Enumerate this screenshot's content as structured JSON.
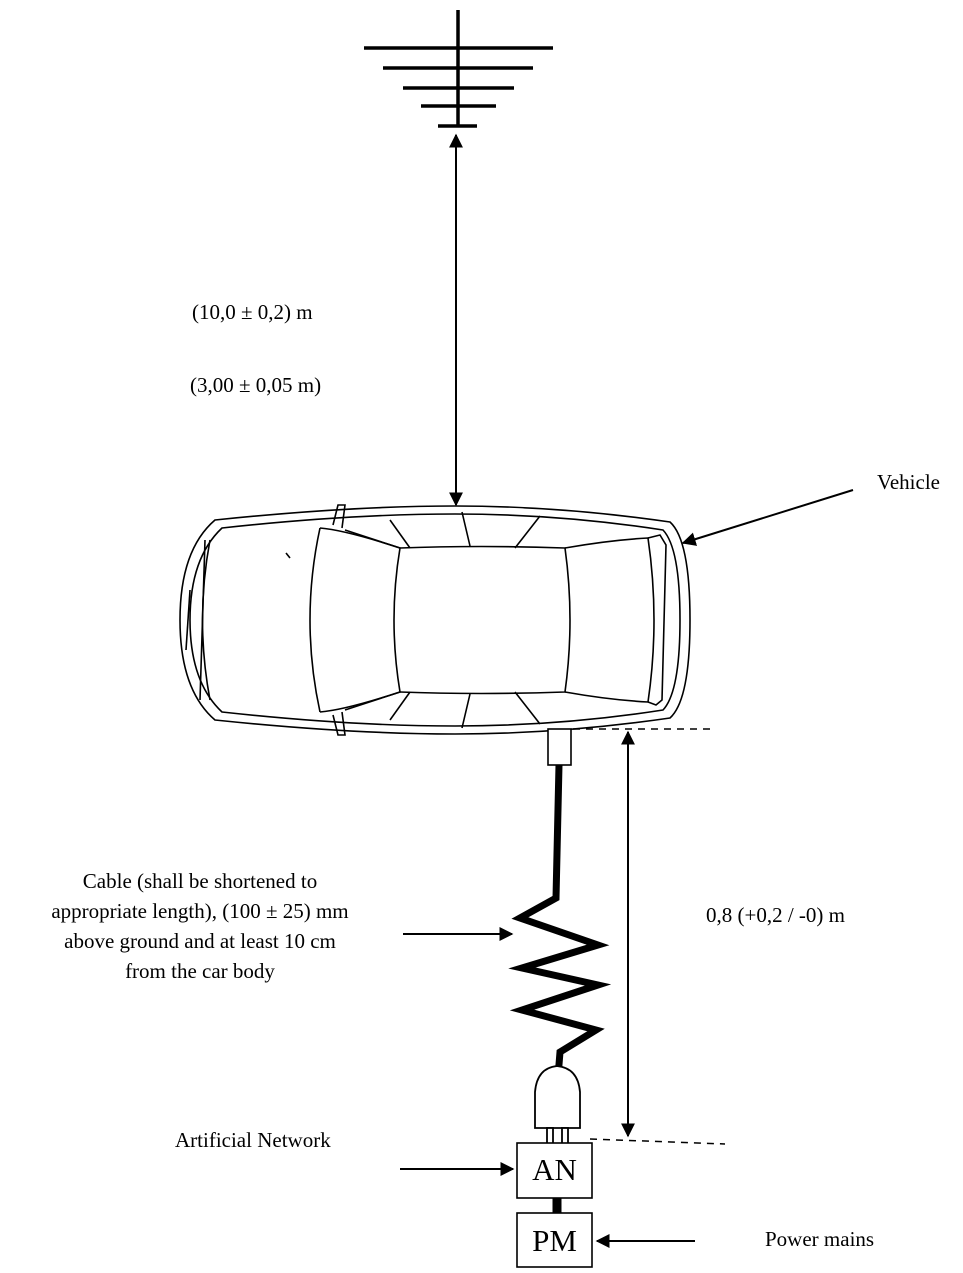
{
  "dimensions": {
    "distance_antenna": "(10,0 ± 0,2) m",
    "distance_antenna_alt": "(3,00  ± 0,05 m)",
    "height": "0,8 (+0,2 / -0) m"
  },
  "labels": {
    "vehicle": "Vehicle",
    "cable": [
      "Cable (shall be shortened to",
      "appropriate length), (100 ± 25) mm",
      "above ground and at least 10 cm",
      "from the car body"
    ],
    "artificial_network": "Artificial Network",
    "power_mains": "Power mains"
  },
  "boxes": {
    "an": "AN",
    "pm": "PM"
  },
  "colors": {
    "stroke": "#000000",
    "background": "#ffffff"
  }
}
